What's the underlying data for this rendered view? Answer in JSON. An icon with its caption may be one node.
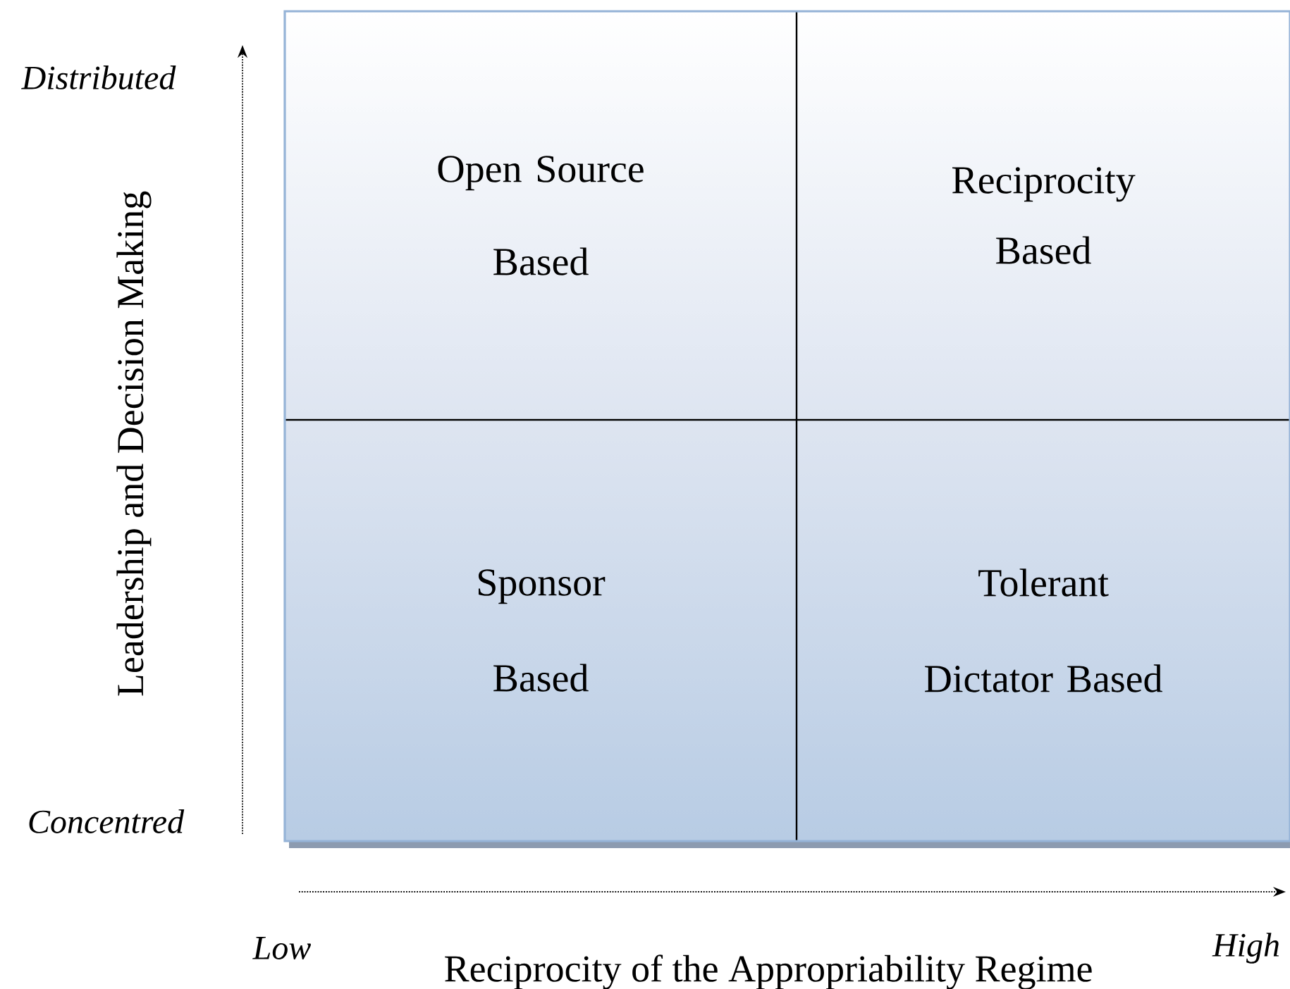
{
  "diagram": {
    "nodes": [
      {
        "text": [
          "Open Source Based"
        ]
      },
      {
        "text": [
          "Reciprocity Based"
        ]
      },
      {
        "text": [
          "Sponsor Based"
        ]
      },
      {
        "text": [
          "Tolerant Dictator Based"
        ]
      }
    ],
    "labels": [
      "Distributed",
      "Leadership and Decision Making",
      "Concentred",
      "Low",
      "Reciprocity of the Appropriability Regime",
      "High"
    ]
  }
}
